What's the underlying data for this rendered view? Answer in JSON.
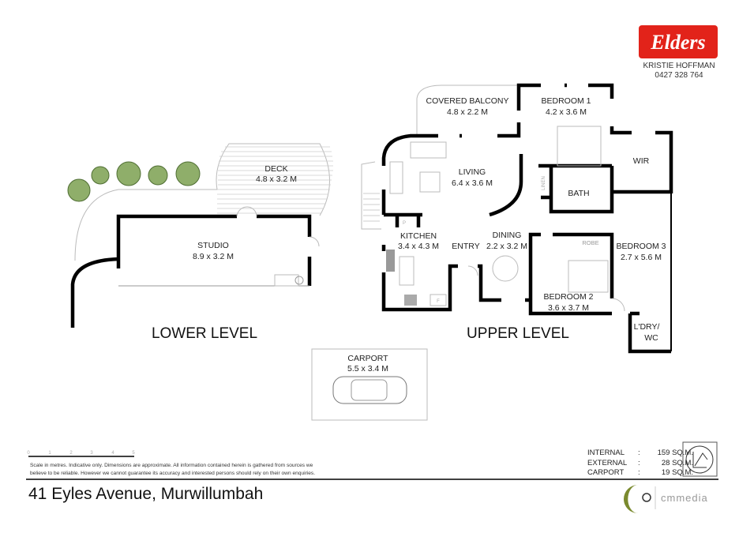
{
  "agency": {
    "brand": "Elders",
    "agent_name": "KRISTIE HOFFMAN",
    "agent_phone": "0427 328 764",
    "brand_color": "#e2231a"
  },
  "levels": {
    "lower": "LOWER LEVEL",
    "upper": "UPPER LEVEL"
  },
  "rooms": {
    "deck": {
      "name": "DECK",
      "size": "4.8 x 3.2 M"
    },
    "studio": {
      "name": "STUDIO",
      "size": "8.9 x 3.2 M"
    },
    "balcony": {
      "name": "COVERED BALCONY",
      "size": "4.8 x 2.2 M"
    },
    "bedroom1": {
      "name": "BEDROOM 1",
      "size": "4.2 x 3.6 M"
    },
    "wir": {
      "name": "WIR"
    },
    "living": {
      "name": "LIVING",
      "size": "6.4 x 3.6 M"
    },
    "bath": {
      "name": "BATH"
    },
    "linen": {
      "name": "LINEN"
    },
    "kitchen": {
      "name": "KITCHEN",
      "size": "3.4 x 4.3 M"
    },
    "entry": {
      "name": "ENTRY"
    },
    "dining": {
      "name": "DINING",
      "size": "2.2 x 3.2 M"
    },
    "robe": {
      "name": "ROBE"
    },
    "bedroom3": {
      "name": "BEDROOM 3",
      "size": "2.7 x 5.6 M"
    },
    "bedroom2": {
      "name": "BEDROOM 2",
      "size": "3.6 x 3.7 M"
    },
    "laundry": {
      "name1": "L'DRY/",
      "name2": "WC"
    },
    "carport": {
      "name": "CARPORT",
      "size": "5.5 x 3.4 M"
    },
    "pantry": "P",
    "fridge": "F"
  },
  "scale": {
    "ticks": [
      "0",
      "1",
      "2",
      "3",
      "4",
      "5"
    ]
  },
  "disclaimer": {
    "line1": "Scale in metres.  Indicative only.  Dimensions are approximate.  All information contained herein is gathered from sources we",
    "line2": "believe to be reliable.  However we cannot guarantee its accuracy and interested persons should rely on their own enquiries."
  },
  "areas": [
    {
      "label": "INTERNAL",
      "value": "159 SQ.M."
    },
    {
      "label": "EXTERNAL",
      "value": "28 SQ.M."
    },
    {
      "label": "CARPORT",
      "value": "19 SQ.M."
    }
  ],
  "address": "41 Eyles Avenue, Murwillumbah",
  "producer": {
    "name": "cmmedia",
    "color": "#7a8a2e"
  }
}
